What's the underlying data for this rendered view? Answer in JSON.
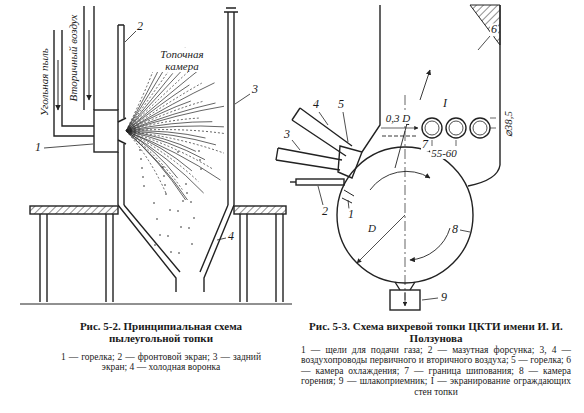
{
  "diagram": {
    "labels": [
      "Угольная пыль",
      "Вторичный воздух",
      "Топочная камера",
      "1",
      "2",
      "3",
      "4",
      "Рис. 5-2. Принципиальная схема пылеугольной топки",
      "1 — горелка; 2 — фронтовой экран; 3 — задний экран; 4 — холодная воронка",
      "4",
      "5",
      "3",
      "2",
      "1",
      "6",
      "I",
      "0,3 D",
      "55-60",
      "⌀38,5",
      "7",
      "D",
      "8",
      "9",
      "Рис. 5-3. Схема вихревой топки ЦКТИ имени И. И. Ползунова",
      "1 — щели для подачи газа; 2 — мазутная форсунка; 3, 4 — воздухопроводы первичного и вторичного воздуха; 5 — горелка; 6 — камера охлаждения; 7 — граница шипования; 8 — камера горения; 9 — шлакоприемник; I — экранирование ограждающих стен топки"
    ]
  }
}
